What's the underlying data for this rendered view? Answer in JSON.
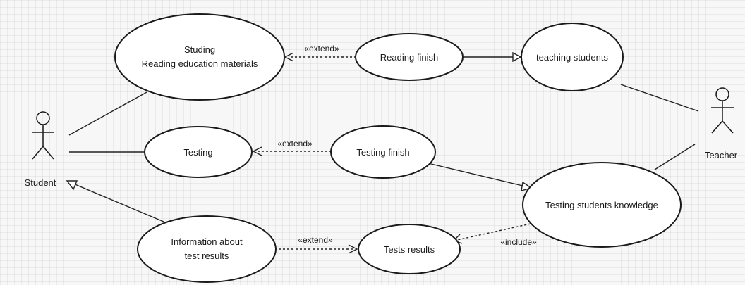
{
  "diagram": {
    "actors": {
      "student": {
        "label": "Student"
      },
      "teacher": {
        "label": "Teacher"
      }
    },
    "use_cases": {
      "studing": {
        "line1": "Studing",
        "line2": "Reading education materials"
      },
      "reading_finish": {
        "label": "Reading finish"
      },
      "teaching_students": {
        "label": "teaching students"
      },
      "testing": {
        "label": "Testing"
      },
      "testing_finish": {
        "label": "Testing finish"
      },
      "testing_students_knowledge": {
        "label": "Testing students knowledge"
      },
      "information_test_results": {
        "line1": "Information about",
        "line2": "test results"
      },
      "tests_results": {
        "label": "Tests results"
      }
    },
    "relations": {
      "extend_reading": "«extend»",
      "extend_testing": "«extend»",
      "extend_results": "«extend»",
      "include_results": "«include»"
    }
  }
}
